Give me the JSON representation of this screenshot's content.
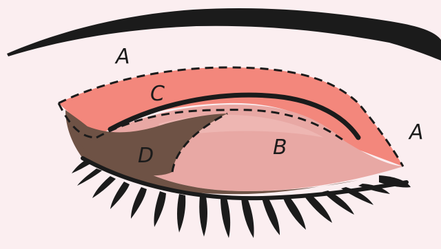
{
  "diagram": {
    "zones": [
      {
        "id": "A",
        "label": "A",
        "color": "#f3877c"
      },
      {
        "id": "B",
        "label": "B",
        "color": "#e8a8a4"
      },
      {
        "id": "C",
        "label": "C",
        "color": "#f3877c"
      },
      {
        "id": "D",
        "label": "D",
        "color": "#6e5245"
      }
    ],
    "colors": {
      "background": "#fbeef0",
      "crease_band": "#f3877c",
      "lid_pink": "#e8a8a4",
      "outer_v_brown": "#6e5245",
      "ink": "#1b1b1b"
    }
  }
}
